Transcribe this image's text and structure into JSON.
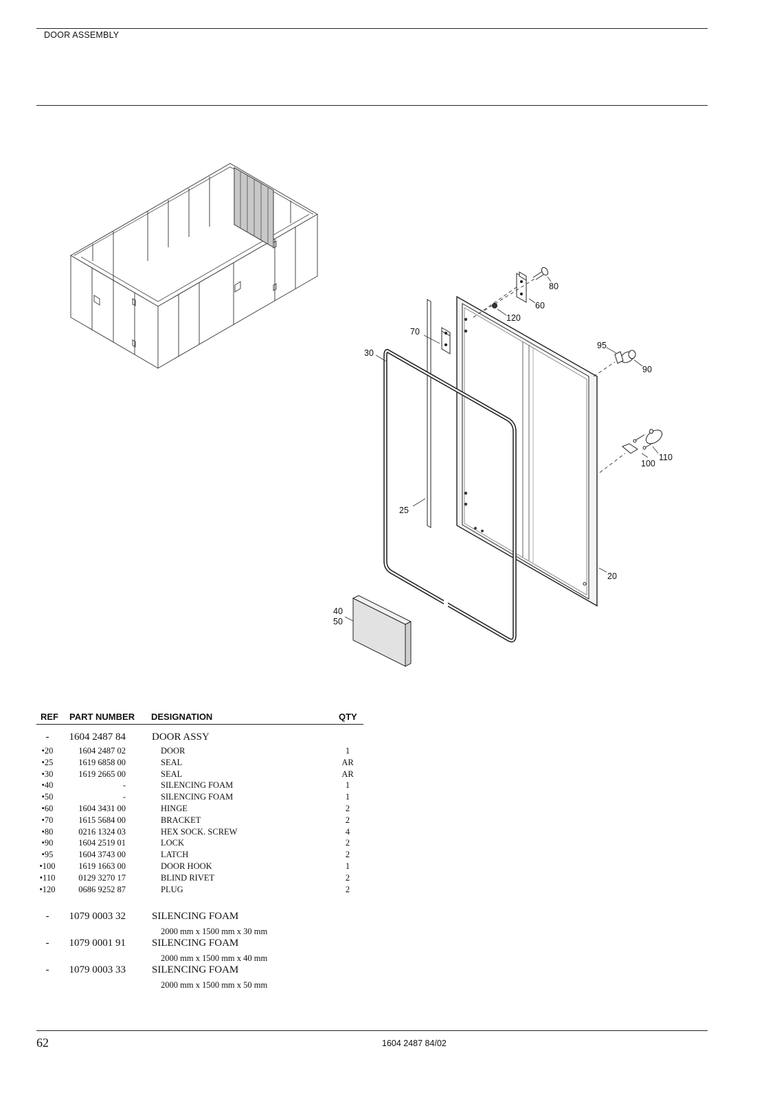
{
  "header": {
    "section_title": "DOOR ASSEMBLY"
  },
  "diagram": {
    "callouts": {
      "c20": "20",
      "c25": "25",
      "c30": "30",
      "c40": "40",
      "c50": "50",
      "c60": "60",
      "c70": "70",
      "c80": "80",
      "c90": "90",
      "c95": "95",
      "c100": "100",
      "c110": "110",
      "c120": "120"
    }
  },
  "table": {
    "headers": {
      "ref": "REF",
      "part_number": "PART NUMBER",
      "designation": "DESIGNATION",
      "qty": "QTY"
    },
    "assembly": {
      "ref": "-",
      "part_number": "1604 2487 84",
      "designation": "DOOR ASSY"
    },
    "items": [
      {
        "ref": "•20",
        "part_number": "1604 2487 02",
        "designation": "DOOR",
        "qty": "1"
      },
      {
        "ref": "•25",
        "part_number": "1619 6858 00",
        "designation": "SEAL",
        "qty": "AR"
      },
      {
        "ref": "•30",
        "part_number": "1619 2665 00",
        "designation": "SEAL",
        "qty": "AR"
      },
      {
        "ref": "•40",
        "part_number": "-",
        "designation": "SILENCING FOAM",
        "qty": "1"
      },
      {
        "ref": "•50",
        "part_number": "-",
        "designation": "SILENCING FOAM",
        "qty": "1"
      },
      {
        "ref": "•60",
        "part_number": "1604 3431 00",
        "designation": "HINGE",
        "qty": "2"
      },
      {
        "ref": "•70",
        "part_number": "1615 5684 00",
        "designation": "BRACKET",
        "qty": "2"
      },
      {
        "ref": "•80",
        "part_number": "0216 1324 03",
        "designation": "HEX SOCK. SCREW",
        "qty": "4"
      },
      {
        "ref": "•90",
        "part_number": "1604 2519 01",
        "designation": "LOCK",
        "qty": "2"
      },
      {
        "ref": "•95",
        "part_number": "1604 3743 00",
        "designation": "LATCH",
        "qty": "2"
      },
      {
        "ref": "•100",
        "part_number": "1619 1663 00",
        "designation": "DOOR HOOK",
        "qty": "1"
      },
      {
        "ref": "•110",
        "part_number": "0129 3270 17",
        "designation": "BLIND RIVET",
        "qty": "2"
      },
      {
        "ref": "•120",
        "part_number": "0686 9252 87",
        "designation": "PLUG",
        "qty": "2"
      }
    ],
    "foams": [
      {
        "ref": "-",
        "part_number": "1079 0003 32",
        "designation": "SILENCING FOAM",
        "size": "2000 mm x 1500 mm x 30 mm"
      },
      {
        "ref": "-",
        "part_number": "1079 0001 91",
        "designation": "SILENCING FOAM",
        "size": "2000 mm x 1500 mm x 40 mm"
      },
      {
        "ref": "-",
        "part_number": "1079 0003 33",
        "designation": "SILENCING FOAM",
        "size": "2000 mm x 1500 mm x 50 mm"
      }
    ]
  },
  "footer": {
    "page_number": "62",
    "document_ref": "1604 2487 84/02"
  }
}
